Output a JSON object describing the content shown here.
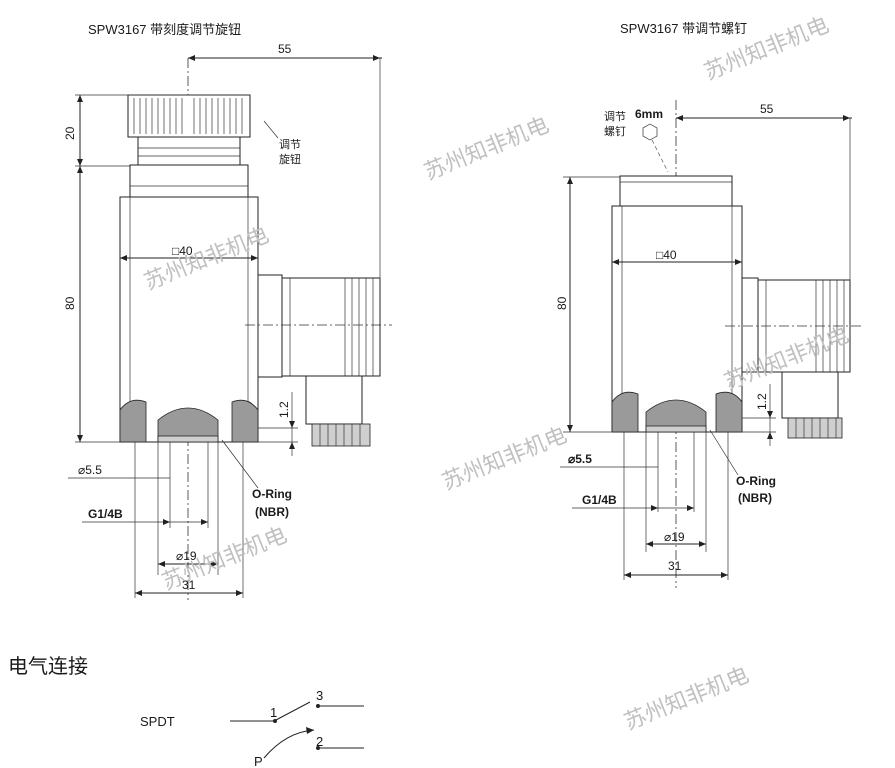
{
  "left_drawing": {
    "title": "SPW3167 带刻度调节旋钮",
    "dim_top": "55",
    "dim_20": "20",
    "dim_80": "80",
    "dim_square": "□40",
    "dim_1_2": "1.2",
    "knob_label_1": "调节",
    "knob_label_2": "旋钮",
    "dim_d5_5": "⌀5.5",
    "dim_thread": "G1/4B",
    "oring_1": "O-Ring",
    "oring_2": "(NBR)",
    "dim_d19": "⌀19",
    "dim_31": "31"
  },
  "right_drawing": {
    "title": "SPW3167 带调节螺钉",
    "screw_label_1": "调节",
    "screw_label_2": "螺钉",
    "screw_size": "6mm",
    "dim_top": "55",
    "dim_80": "80",
    "dim_square": "□40",
    "dim_1_2": "1.2",
    "dim_d5_5": "⌀5.5",
    "dim_thread": "G1/4B",
    "oring_1": "O-Ring",
    "oring_2": "(NBR)",
    "dim_d19": "⌀19",
    "dim_31": "31"
  },
  "electrical": {
    "heading": "电气连接",
    "type": "SPDT",
    "pin1": "1",
    "pin2": "2",
    "pin3": "3",
    "pressure": "P"
  },
  "watermark": "苏州知非机电"
}
